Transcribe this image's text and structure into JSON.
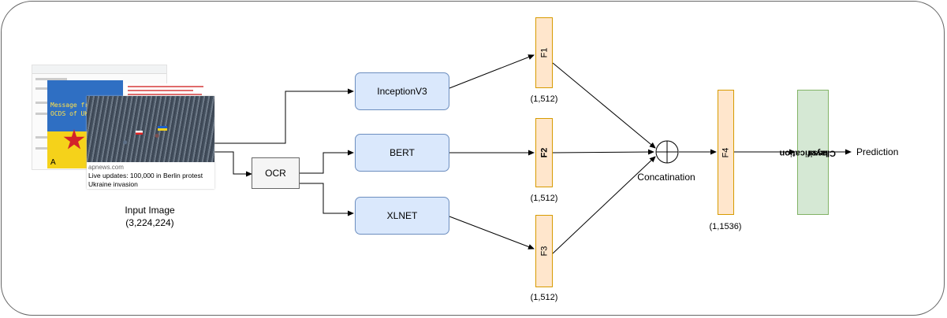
{
  "input": {
    "label": "Input Image",
    "shape": "(3,224,224)",
    "news_source": "apnews.com",
    "news_headline": "Live updates: 100,000 in Berlin protest Ukraine invasion",
    "poster_text": "Message fro\nOCDS of UKR",
    "poster_letter": "A"
  },
  "ocr": {
    "label": "OCR"
  },
  "models": [
    {
      "label": "InceptionV3"
    },
    {
      "label": "BERT"
    },
    {
      "label": "XLNET"
    }
  ],
  "features": [
    {
      "label": "F1",
      "shape": "(1,512)"
    },
    {
      "label": "F2",
      "shape": "(1,512)"
    },
    {
      "label": "F3",
      "shape": "(1,512)"
    },
    {
      "label": "F4",
      "shape": "(1,1536)"
    }
  ],
  "concat": {
    "label": "Concatination"
  },
  "classifier": {
    "label_line1": "Classification",
    "label_line2": "layer"
  },
  "output": {
    "label": "Prediction"
  },
  "colors": {
    "model_fill": "#dae8fc",
    "model_stroke": "#6c8ebf",
    "feature_fill": "#ffe6cc",
    "feature_stroke": "#d79b00",
    "classifier_fill": "#d5e8d4",
    "classifier_stroke": "#82b366"
  }
}
